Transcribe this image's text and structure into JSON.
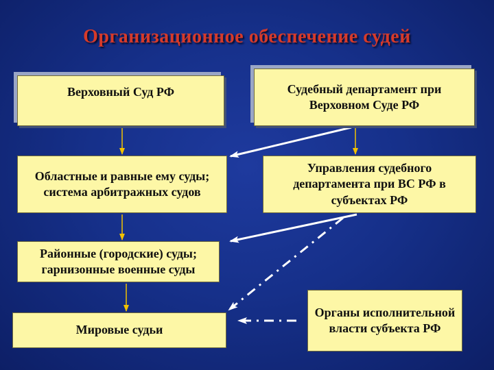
{
  "title": "Организационное обеспечение судей",
  "boxes": {
    "supreme_court": "Верховный Суд РФ",
    "judicial_department": "Судебный департамент при Верховном Суде РФ",
    "regional_courts": "Областные и равные ему суды; система арбитражных судов",
    "department_offices": "Управления судебного департамента при ВС РФ в субъектах РФ",
    "district_courts": "Районные (городские) суды; гарнизонные военные суды",
    "magistrates": "Мировые судьи",
    "executive_bodies": "Органы исполнительной власти субъекта РФ"
  },
  "colors": {
    "background": "#16308a",
    "title": "#d63a2a",
    "box_fill": "#fdf7a6",
    "arrow": "#f2c200",
    "connector": "#ffffff"
  }
}
